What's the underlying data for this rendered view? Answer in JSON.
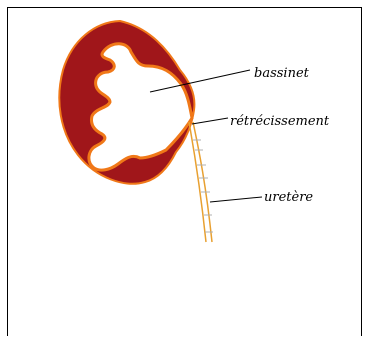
{
  "labels": {
    "bassinet": "bassinet",
    "retrecissement": "rétrécissement",
    "uretere": "uretère"
  },
  "colors": {
    "cortex": "#a0161a",
    "outline": "#f07818",
    "ureter": "#e8a030",
    "frame": "#000000",
    "background": "#ffffff"
  }
}
